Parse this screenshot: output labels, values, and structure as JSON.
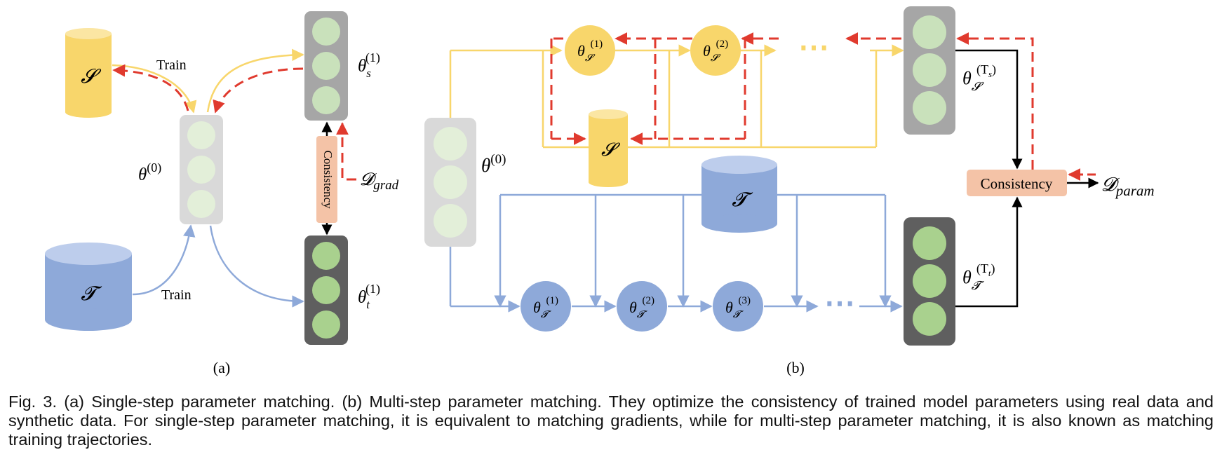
{
  "colors": {
    "synthetic": "#f8d66b",
    "synthetic_light": "#fbe6a3",
    "real": "#8ea9d9",
    "real_light": "#bdcdec",
    "loss_arrow": "#e03a2e",
    "consistency_fill": "#f4c3a7",
    "init_model": "#d9d9d9",
    "synthetic_model": "#a6a6a6",
    "real_model": "#5f5f5f",
    "node_light": "#e3efd9",
    "node_mid": "#c9e1bb",
    "node_dark": "#a9d18e"
  },
  "panel_a": {
    "label": "(a)",
    "synthetic_set": "𝓢",
    "real_set": "𝓣",
    "train_top": "Train",
    "train_bottom": "Train",
    "theta_init": {
      "base": "θ",
      "sup": "(0)"
    },
    "theta_s": {
      "base": "θ",
      "sub": "s",
      "sup": "(1)"
    },
    "theta_t": {
      "base": "θ",
      "sub": "t",
      "sup": "(1)"
    },
    "consistency": "Consistency",
    "loss": {
      "base": "𝓓",
      "sub": "grad"
    }
  },
  "panel_b": {
    "label": "(b)",
    "synthetic_set": "𝓢",
    "real_set": "𝓣",
    "theta_init": {
      "base": "θ",
      "sup": "(0)"
    },
    "synthetic_steps": [
      {
        "base": "θ",
        "sub": "𝓢",
        "sup": "(1)"
      },
      {
        "base": "θ",
        "sub": "𝓢",
        "sup": "(2)"
      }
    ],
    "real_steps": [
      {
        "base": "θ",
        "sub": "𝓣",
        "sup": "(1)"
      },
      {
        "base": "θ",
        "sub": "𝓣",
        "sup": "(2)"
      },
      {
        "base": "θ",
        "sub": "𝓣",
        "sup": "(3)"
      }
    ],
    "ellipsis": "⋯",
    "theta_s_final": {
      "base": "θ",
      "sub": "𝓢",
      "sup": "(T",
      "sup_sub": "s",
      "sup_close": ")"
    },
    "theta_t_final": {
      "base": "θ",
      "sub": "𝓣",
      "sup": "(T",
      "sup_sub": "t",
      "sup_close": ")"
    },
    "consistency": "Consistency",
    "loss": {
      "base": "𝓓",
      "sub": "param"
    }
  },
  "caption": "Fig. 3. (a) Single-step parameter matching. (b) Multi-step parameter matching. They optimize the consistency of trained model parameters using real data and synthetic data. For single-step parameter matching, it is equivalent to matching gradients, while for multi-step parameter matching, it is also known as matching training trajectories."
}
